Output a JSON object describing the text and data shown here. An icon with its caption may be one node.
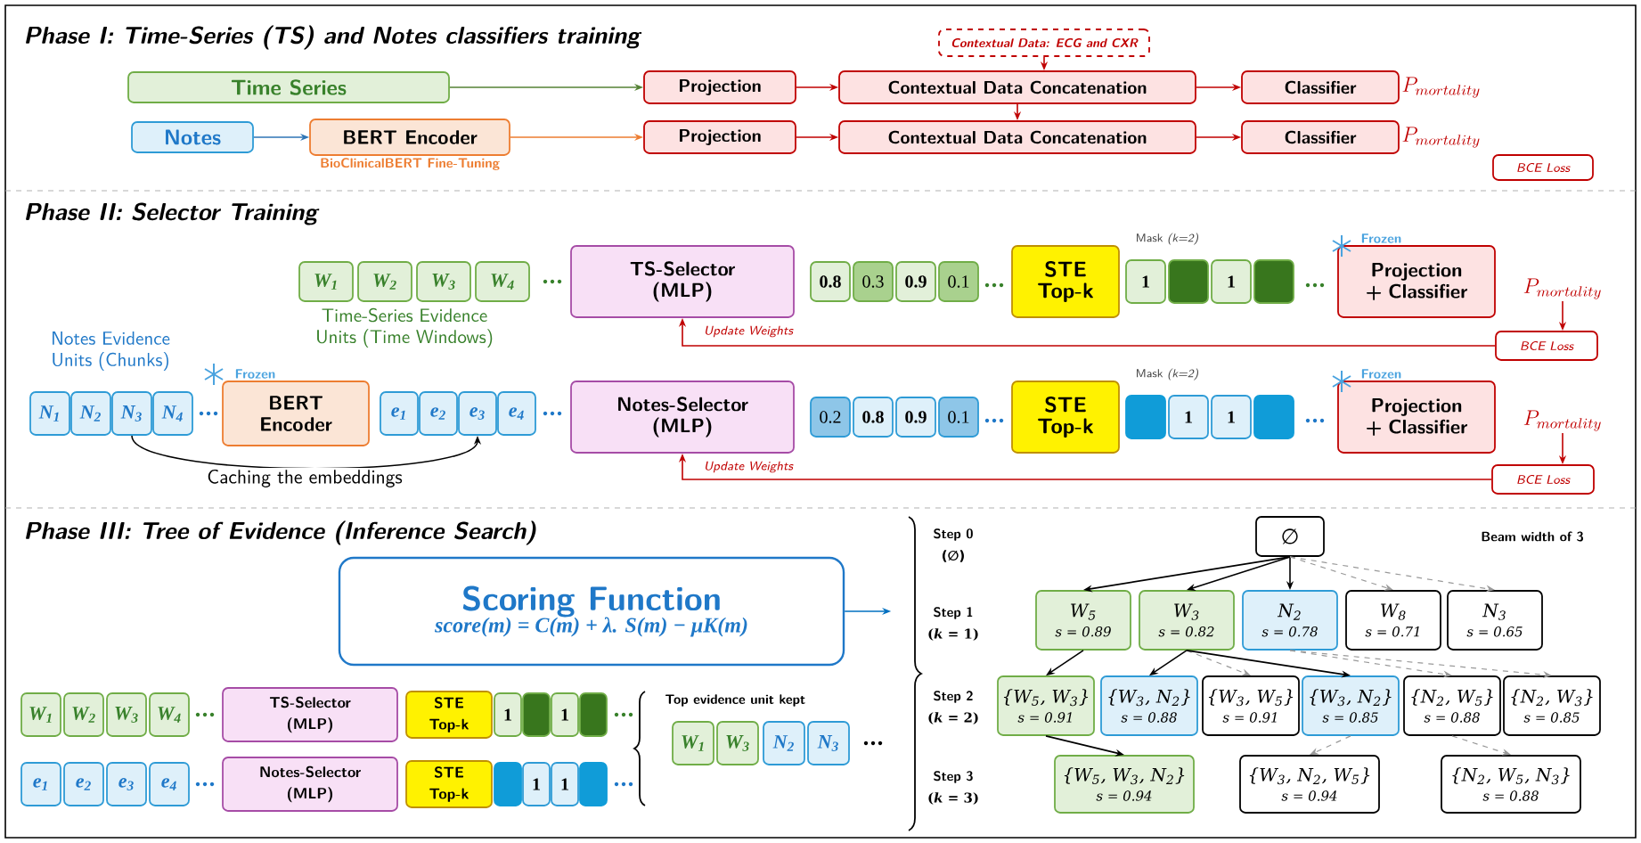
{
  "diagram": {
    "nodes": [
      {
        "text": [
          "Contextual Data: ECG and CXR"
        ]
      },
      {
        "text": [
          "Time Series"
        ]
      },
      {
        "text": [
          "Notes"
        ]
      },
      {
        "text": [
          "BERT Encoder"
        ],
        "beside": [
          "BioClinicalBERT Fine-Tuning"
        ]
      },
      {
        "text": [
          "Projection"
        ]
      },
      {
        "text": [
          "Contextual Data Concatenation"
        ]
      },
      {
        "text": [
          "Classifier"
        ],
        "beside": [
          "P_{mortality}"
        ]
      },
      {
        "text": [
          "Projection"
        ]
      },
      {
        "text": [
          "Contextual Data Concatenation"
        ]
      },
      {
        "text": [
          "Classifier"
        ],
        "beside": [
          "P_{mortality}"
        ]
      },
      {
        "text": [
          "BCE Loss"
        ]
      },
      {
        "text": [
          "W$_{1}$"
        ]
      },
      {
        "text": [
          "W$_{2}$"
        ]
      },
      {
        "text": [
          "W$_{3}$"
        ]
      },
      {
        "text": [
          "W$_{4}$"
        ]
      },
      {
        "text": [
          "TS-Selector (MLP)"
        ]
      },
      {
        "text": [
          "0.8"
        ]
      },
      {
        "text": [
          "0.3"
        ]
      },
      {
        "text": [
          "0.9"
        ]
      },
      {
        "text": [
          "0.1"
        ]
      },
      {
        "text": [
          "STE Top-k"
        ]
      },
      {
        "text": [
          "1"
        ]
      },
      {
        "text": [],
        "shape": "box"
      },
      {
        "text": [
          "1"
        ]
      },
      {
        "text": [],
        "shape": "box"
      },
      {
        "text": [
          "Projection + Classifier"
        ],
        "beside": [
          "Frozen"
        ]
      },
      {
        "text": [
          "P_{mortality}"
        ]
      },
      {
        "text": [
          "BCE Loss"
        ]
      },
      {
        "text": [
          "N$_{1}$"
        ]
      },
      {
        "text": [
          "N$_{2}$"
        ]
      },
      {
        "text": [
          "N$_{3}$"
        ]
      },
      {
        "text": [
          "N$_{4}$"
        ]
      },
      {
        "text": [
          "BERT Encoder"
        ],
        "beside": [
          "Frozen"
        ]
      },
      {
        "text": [
          "e$_{1}$"
        ]
      },
      {
        "text": [
          "e$_{2}$"
        ]
      },
      {
        "text": [
          "e$_{3}$"
        ]
      },
      {
        "text": [
          "e$_{4}$"
        ]
      },
      {
        "text": [
          "Notes-Selector (MLP)"
        ]
      },
      {
        "text": [
          "0.2"
        ]
      },
      {
        "text": [
          "0.8"
        ]
      },
      {
        "text": [
          "0.9"
        ]
      },
      {
        "text": [
          "0.1"
        ]
      },
      {
        "text": [
          "STE Top-k"
        ]
      },
      {
        "text": [],
        "shape": "box"
      },
      {
        "text": [
          "1"
        ]
      },
      {
        "text": [
          "1"
        ]
      },
      {
        "text": [],
        "shape": "box"
      },
      {
        "text": [
          "Projection + Classifier"
        ],
        "beside": [
          "Frozen"
        ]
      },
      {
        "text": [
          "P_{mortality}"
        ]
      },
      {
        "text": [
          "BCE Loss"
        ]
      },
      {
        "text": [
          "Scoring Function",
          "score(m) = C(m) + λ. S(m) − μK(m)"
        ]
      },
      {
        "text": [
          "W$_{1}$"
        ]
      },
      {
        "text": [
          "W$_{2}$"
        ]
      },
      {
        "text": [
          "W$_{3}$"
        ]
      },
      {
        "text": [
          "W$_{4}$"
        ]
      },
      {
        "text": [
          "TS-Selector (MLP)"
        ]
      },
      {
        "text": [
          "STE Top-k"
        ]
      },
      {
        "text": [
          "1"
        ]
      },
      {
        "text": [],
        "shape": "box"
      },
      {
        "text": [
          "1"
        ]
      },
      {
        "text": [],
        "shape": "box"
      },
      {
        "text": [
          "e$_{1}$"
        ]
      },
      {
        "text": [
          "e$_{2}$"
        ]
      },
      {
        "text": [
          "e$_{3}$"
        ]
      },
      {
        "text": [
          "e$_{4}$"
        ]
      },
      {
        "text": [
          "Notes-Selector (MLP)"
        ]
      },
      {
        "text": [
          "STE Top-k"
        ]
      },
      {
        "text": [],
        "shape": "box"
      },
      {
        "text": [
          "1"
        ]
      },
      {
        "text": [
          "1"
        ]
      },
      {
        "text": [],
        "shape": "box"
      },
      {
        "text": [
          "W$_{1}$"
        ]
      },
      {
        "text": [
          "W$_{3}$"
        ]
      },
      {
        "text": [
          "N$_{2}$"
        ]
      },
      {
        "text": [
          "N$_{3}$"
        ]
      },
      {
        "text": [
          "∅"
        ]
      },
      {
        "text": [
          "W$_{5}$",
          "s = 0.89"
        ]
      },
      {
        "text": [
          "W$_{3}$",
          "s = 0.82"
        ]
      },
      {
        "text": [
          "N$_{2}$",
          "s = 0.78"
        ]
      },
      {
        "text": [
          "W$_{8}$",
          "s = 0.71"
        ]
      },
      {
        "text": [
          "N$_{3}$",
          "s = 0.65"
        ]
      },
      {
        "text": [
          "{W$_{5}$, W$_{3}$}",
          "s = 0.91"
        ]
      },
      {
        "text": [
          "{W$_{3}$, N$_{2}$}",
          "s = 0.88"
        ]
      },
      {
        "text": [
          "{W$_{3}$, W$_{5}$}",
          "s = 0.91"
        ]
      },
      {
        "text": [
          "{W$_{3}$, N$_{2}$}",
          "s = 0.85"
        ]
      },
      {
        "text": [
          "{N$_{2}$, W$_{5}$}",
          "s = 0.88"
        ]
      },
      {
        "text": [
          "{N$_{2}$, W$_{3}$}",
          "s = 0.85"
        ]
      },
      {
        "text": [
          "{W$_{5}$, W$_{3}$, N$_{2}$}",
          "s = 0.94"
        ]
      },
      {
        "text": [
          "{W$_{3}$, N$_{2}$, W$_{5}$}",
          "s = 0.94"
        ]
      },
      {
        "text": [
          "{N$_{2}$, W$_{5}$, N$_{3}$}",
          "s = 0.88"
        ]
      }
    ],
    "edges": [
      {
        "from": 1,
        "to": 4,
        "arrow": "to",
        "color": "#548235"
      },
      {
        "from": 4,
        "to": 5,
        "arrow": "to",
        "color": "#c00000"
      },
      {
        "from": 5,
        "to": 6,
        "arrow": "to",
        "color": "#c00000"
      },
      {
        "from": 2,
        "to": 3,
        "arrow": "to",
        "color": "#2e75b6"
      },
      {
        "from": 3,
        "to": 7,
        "arrow": "to",
        "color": "#ed7d31"
      },
      {
        "from": 7,
        "to": 8,
        "arrow": "to",
        "color": "#c00000"
      },
      {
        "from": 8,
        "to": 9,
        "arrow": "to",
        "color": "#c00000"
      },
      {
        "from": 0,
        "to": 5,
        "arrow": "to",
        "color": "#c00000"
      },
      {
        "from": 5,
        "to": 8,
        "arrow": "to",
        "color": "#c00000"
      },
      {
        "from": 26,
        "to": 27,
        "arrow": "to",
        "color": "#c00000"
      },
      {
        "from": 27,
        "to": 15,
        "arrow": "to",
        "color": "#c00000",
        "label": "Update Weights"
      },
      {
        "from": 48,
        "to": 49,
        "arrow": "to",
        "color": "#c00000"
      },
      {
        "from": 49,
        "to": 37,
        "arrow": "to",
        "color": "#c00000",
        "label": "Update Weights"
      },
      {
        "from": 30,
        "to": 35,
        "arrow": "to",
        "label": "Caching the embeddings",
        "color": "#000000"
      },
      {
        "from": 50,
        "to": null,
        "arrow": "to",
        "color": "#0070c0"
      },
      {
        "from": 75,
        "to": 76,
        "arrow": "to",
        "color": "#000000"
      },
      {
        "from": 75,
        "to": 77,
        "arrow": "to",
        "color": "#000000"
      },
      {
        "from": 75,
        "to": 78,
        "arrow": "to",
        "color": "#000000"
      },
      {
        "from": 75,
        "to": 79,
        "arrow": "to",
        "style": "dashed",
        "color": "#999999"
      },
      {
        "from": 75,
        "to": 80,
        "arrow": "to",
        "style": "dashed",
        "color": "#999999"
      },
      {
        "from": 76,
        "to": 81,
        "arrow": "to",
        "color": "#000000"
      },
      {
        "from": 77,
        "to": 82,
        "arrow": "to",
        "color": "#000000"
      },
      {
        "from": 77,
        "to": 83,
        "arrow": "to",
        "style": "dashed",
        "color": "#999999"
      },
      {
        "from": 77,
        "to": 84,
        "arrow": "to",
        "color": "#000000"
      },
      {
        "from": 78,
        "to": 85,
        "arrow": "to",
        "style": "dashed",
        "color": "#999999"
      },
      {
        "from": 78,
        "to": 86,
        "arrow": "to",
        "style": "dashed",
        "color": "#999999"
      },
      {
        "from": 81,
        "to": 87,
        "arrow": "to",
        "color": "#000000"
      },
      {
        "from": 84,
        "to": 88,
        "arrow": "to",
        "style": "dashed",
        "color": "#999999"
      },
      {
        "from": 85,
        "to": 89,
        "arrow": "to",
        "style": "dashed",
        "color": "#999999"
      }
    ],
    "labels": [
      "Phase I: Time-Series (TS) and Notes classifiers training",
      "Phase II: Selector Training",
      "Time-Series Evidence Units (Time Windows)",
      "Notes Evidence Units (Chunks)",
      "Mask *(k=2)*",
      "Mask *(k=2)*",
      "Phase III: Tree of Evidence (Inference Search)",
      "Step 0",
      "(∅)",
      "Beam width of 3",
      "Step 1",
      "(*k* = 1)",
      "Top evidence unit kept",
      "Step 2",
      "(*k* = 2)",
      "Step 3",
      "(*k* = 3)"
    ]
  }
}
